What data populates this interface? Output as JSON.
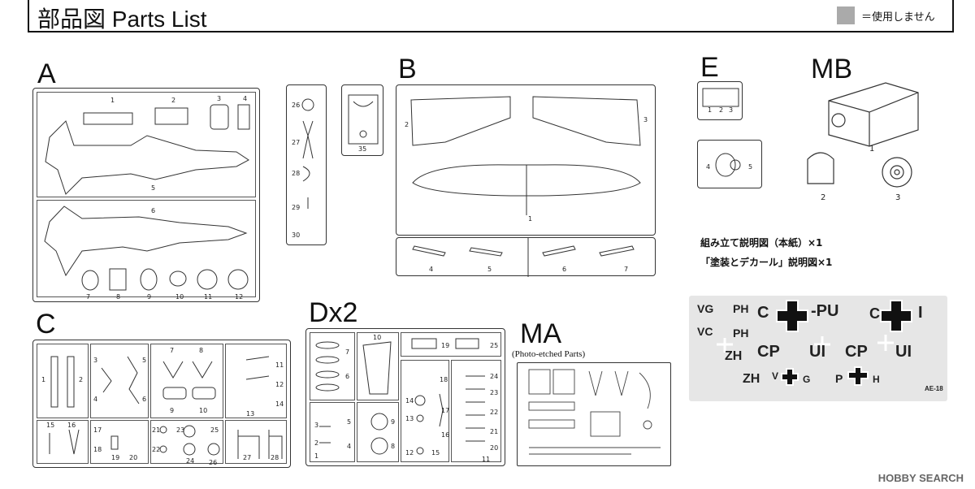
{
  "header": {
    "title": "部品図 Parts List",
    "legend": "＝使用しません"
  },
  "sprues": {
    "A": {
      "label": "A",
      "nums": [
        "1",
        "2",
        "3",
        "4",
        "5",
        "6",
        "7",
        "8",
        "9",
        "10",
        "11",
        "12"
      ]
    },
    "A2": {
      "nums": [
        "26",
        "27",
        "28",
        "29",
        "30"
      ]
    },
    "A3": {
      "nums": [
        "35"
      ]
    },
    "B": {
      "label": "B",
      "nums": [
        "1",
        "2",
        "3",
        "4",
        "5",
        "6",
        "7"
      ]
    },
    "C": {
      "label": "C",
      "nums": [
        "1",
        "2",
        "3",
        "4",
        "5",
        "6",
        "7",
        "8",
        "9",
        "10",
        "11",
        "12",
        "13",
        "14",
        "15",
        "16",
        "17",
        "18",
        "19",
        "20",
        "21",
        "22",
        "23",
        "24",
        "25",
        "26",
        "27",
        "28"
      ]
    },
    "D": {
      "label": "Dx2",
      "nums": [
        "1",
        "2",
        "3",
        "4",
        "5",
        "6",
        "7",
        "8",
        "9",
        "10",
        "11",
        "12",
        "13",
        "14",
        "15",
        "16",
        "17",
        "18",
        "19",
        "20",
        "21",
        "22",
        "23",
        "24",
        "25"
      ]
    },
    "MA": {
      "label": "MA",
      "sublabel": "(Photo-etched Parts)"
    },
    "E": {
      "label": "E",
      "nums": [
        "1",
        "2",
        "3",
        "4",
        "5"
      ]
    },
    "MB": {
      "label": "MB",
      "nums": [
        "1",
        "2",
        "3"
      ]
    }
  },
  "notes": {
    "n1": "組み立て説明図（本紙）×1",
    "n2": "「塗装とデカール」説明図×1"
  },
  "decal": {
    "r1": [
      "VG",
      "PH",
      "C",
      "-PU",
      "C",
      "I"
    ],
    "r2": [
      "VC",
      "PH"
    ],
    "r3": [
      "ZH",
      "CP",
      "UI",
      "CP",
      "UI"
    ],
    "r4": [
      "ZH",
      "V",
      "G",
      "P",
      "H"
    ],
    "code": "AE-18"
  },
  "watermark": "HOBBY SEARCH"
}
